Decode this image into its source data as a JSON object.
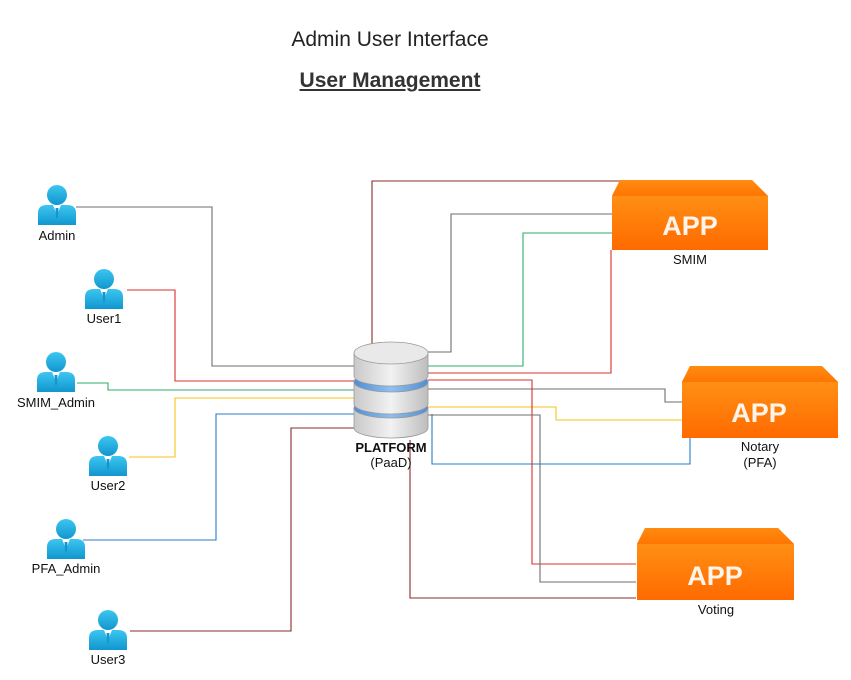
{
  "header": {
    "title": "Admin User Interface",
    "subtitle": "User Management"
  },
  "users": [
    {
      "id": "admin",
      "label": "Admin"
    },
    {
      "id": "user1",
      "label": "User1"
    },
    {
      "id": "smim-admin",
      "label": "SMIM_Admin"
    },
    {
      "id": "user2",
      "label": "User2"
    },
    {
      "id": "pfa-admin",
      "label": "PFA_Admin"
    },
    {
      "id": "user3",
      "label": "User3"
    }
  ],
  "platform": {
    "name": "PLATFORM",
    "type": "(PaaD)",
    "icon": "database-icon"
  },
  "apps": [
    {
      "id": "smim",
      "badge": "APP",
      "label": "SMIM",
      "label2": ""
    },
    {
      "id": "notary",
      "badge": "APP",
      "label": "Notary",
      "label2": "(PFA)"
    },
    {
      "id": "voting",
      "badge": "APP",
      "label": "Voting",
      "label2": ""
    }
  ],
  "colors": {
    "user_icon": "#1ab0e0",
    "app_orange": "#ff7a00",
    "line_gray": "#666666",
    "line_red": "#d9302a",
    "line_green": "#27ae60",
    "line_yellow": "#f5c518",
    "line_blue": "#2a7cc7",
    "line_maroon": "#8b2a2a"
  }
}
